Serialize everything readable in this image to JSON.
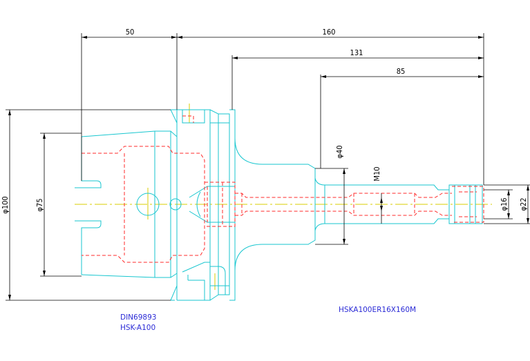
{
  "dimensions": {
    "overall_length": "160",
    "flange_length": "50",
    "length_131": "131",
    "length_85": "85",
    "dia_100": "φ100",
    "dia_75": "φ75",
    "dia_40": "φ40",
    "thread": "M10",
    "dia_16": "φ16",
    "dia_22": "φ22"
  },
  "labels": {
    "standard": "DIN69893",
    "interface": "HSK-A100",
    "part_code": "HSKA100ER16X160M"
  },
  "colors": {
    "outline": "#17c6cf",
    "hidden": "#ff2a2a",
    "center": "#d8cc00",
    "dimension": "#000000",
    "text": "#2b2bd6"
  }
}
